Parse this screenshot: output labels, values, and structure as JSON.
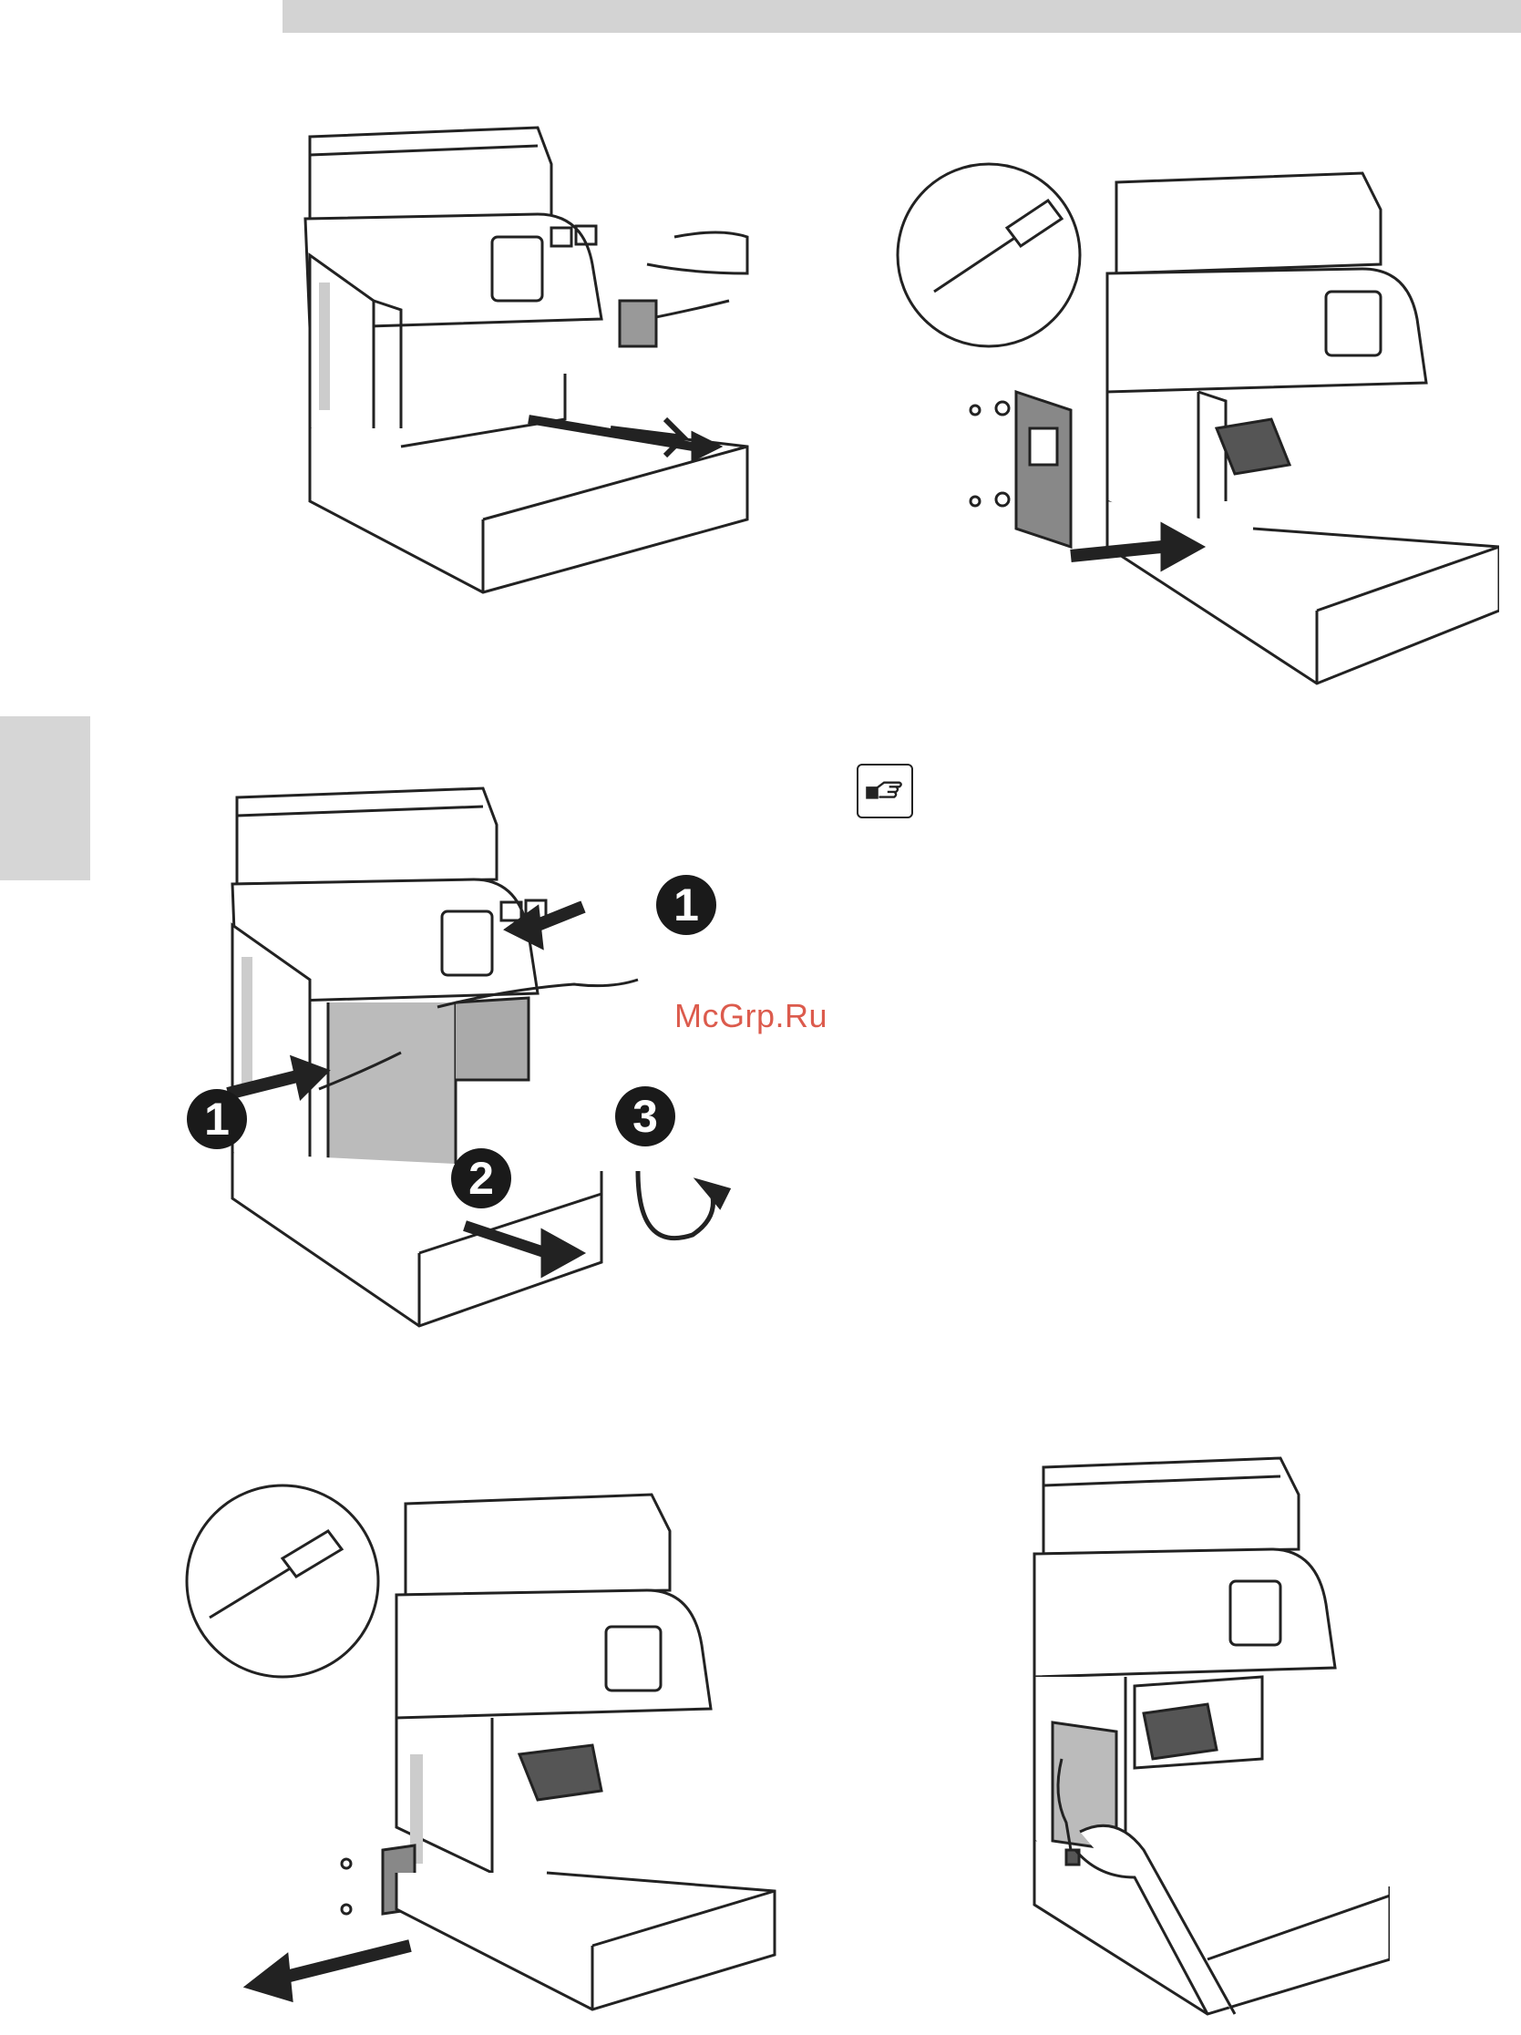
{
  "watermark": "McGrp.Ru",
  "steps": {
    "s1": "1",
    "s2": "2",
    "s3": "3"
  },
  "icons": {
    "note": "pointing-hand-icon",
    "tool": "screwdriver-icon"
  }
}
